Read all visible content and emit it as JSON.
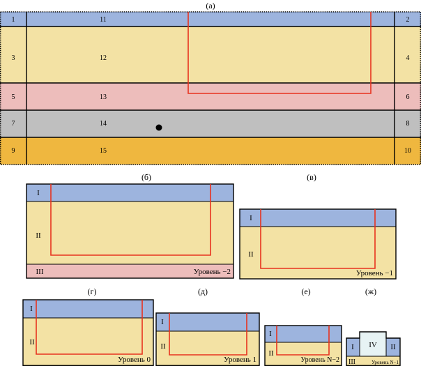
{
  "colors": {
    "blue": "#9db4de",
    "sand": "#f3e2a4",
    "pink": "#edbdbb",
    "gray": "#bfbfbf",
    "orange": "#efb73f",
    "light": "#e7f3f4",
    "red": "#e8321e",
    "stroke": "#000000"
  },
  "panel_a": {
    "caption": "(а)",
    "rows": [
      {
        "left": "1",
        "mid": "11",
        "right": "2",
        "fill": "blue"
      },
      {
        "left": "3",
        "mid": "12",
        "right": "4",
        "fill": "sand"
      },
      {
        "left": "5",
        "mid": "13",
        "right": "6",
        "fill": "pink"
      },
      {
        "left": "7",
        "mid": "14",
        "right": "8",
        "fill": "gray"
      },
      {
        "left": "9",
        "mid": "15",
        "right": "10",
        "fill": "orange"
      }
    ]
  },
  "panel_b": {
    "caption": "(б)",
    "layer1": "I",
    "layer2": "II",
    "layer3": "III",
    "level": "Уровень −2"
  },
  "panel_v": {
    "caption": "(в)",
    "layer1": "I",
    "layer2": "II",
    "level": "Уровень −1"
  },
  "panel_g": {
    "caption": "(г)",
    "layer1": "I",
    "layer2": "II",
    "level": "Уровень 0"
  },
  "panel_d": {
    "caption": "(д)",
    "layer1": "I",
    "layer2": "II",
    "level": "Уровень 1"
  },
  "panel_e": {
    "caption": "(е)",
    "layer1": "I",
    "layer2": "II",
    "level": "Уровень N−2"
  },
  "panel_zh": {
    "caption": "(ж)",
    "layer1": "I",
    "layer4": "IV",
    "layer2": "II",
    "layer3": "III",
    "level": "Уровень N−1"
  }
}
